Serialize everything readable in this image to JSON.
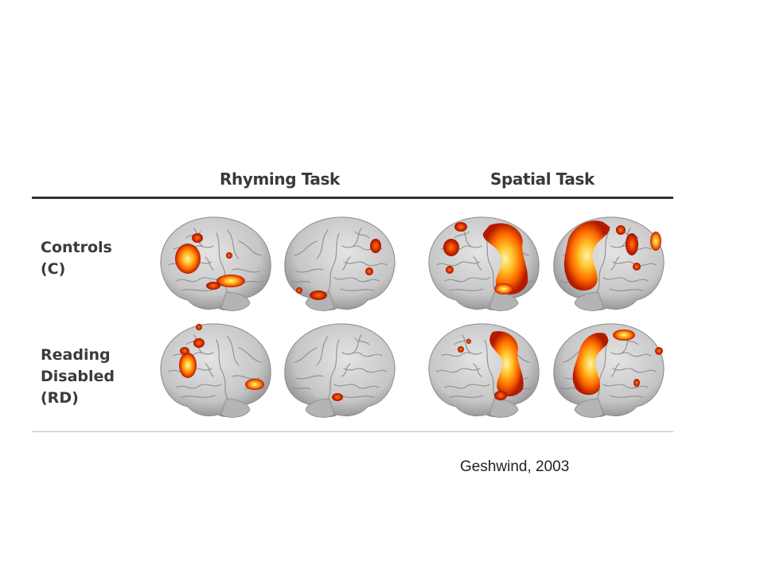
{
  "columns": {
    "rhyming": "Rhyming Task",
    "spatial": "Spatial Task"
  },
  "rows": {
    "controls": [
      "Controls",
      "(C)"
    ],
    "reading_disabled": [
      "Reading",
      "Disabled",
      "(RD)"
    ]
  },
  "citation": "Geshwind, 2003",
  "colors": {
    "brain": "#cfcfcf",
    "sulci": "#8e8e8e",
    "activation_low": "#b51c00",
    "activation_mid": "#ff7a00",
    "activation_high": "#ffe27a"
  }
}
